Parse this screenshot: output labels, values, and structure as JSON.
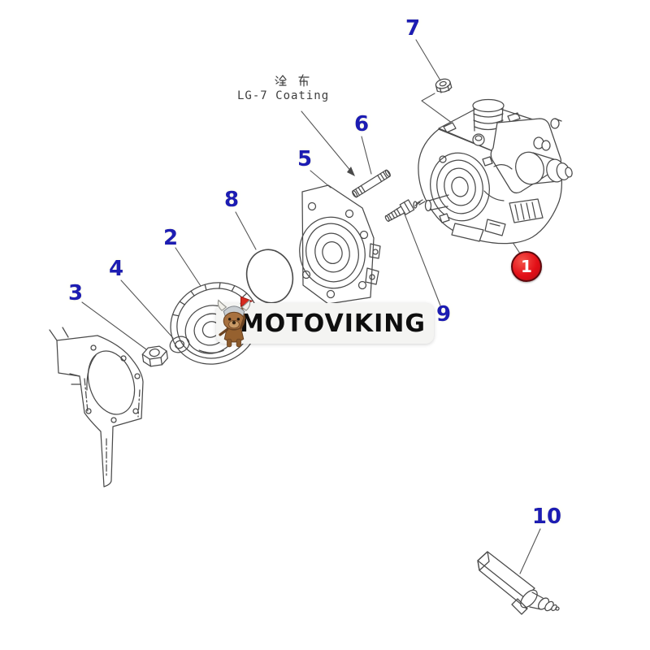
{
  "coating_note": {
    "kanji": "塗布",
    "text": "LG-7 Coating"
  },
  "watermark": {
    "text": "MOTOVIKING"
  },
  "callouts": [
    "1",
    "2",
    "3",
    "4",
    "5",
    "6",
    "7",
    "8",
    "9",
    "10"
  ],
  "colors": {
    "callout_blue": "#1d1db2",
    "badge_red": "#e30f17",
    "badge_border": "#5e090d",
    "badge_text": "#ffffff",
    "line_art": "#4a4a4a",
    "watermark_bg": "#f4f4f2",
    "watermark_text": "#0e0e0e",
    "background": "#ffffff"
  }
}
